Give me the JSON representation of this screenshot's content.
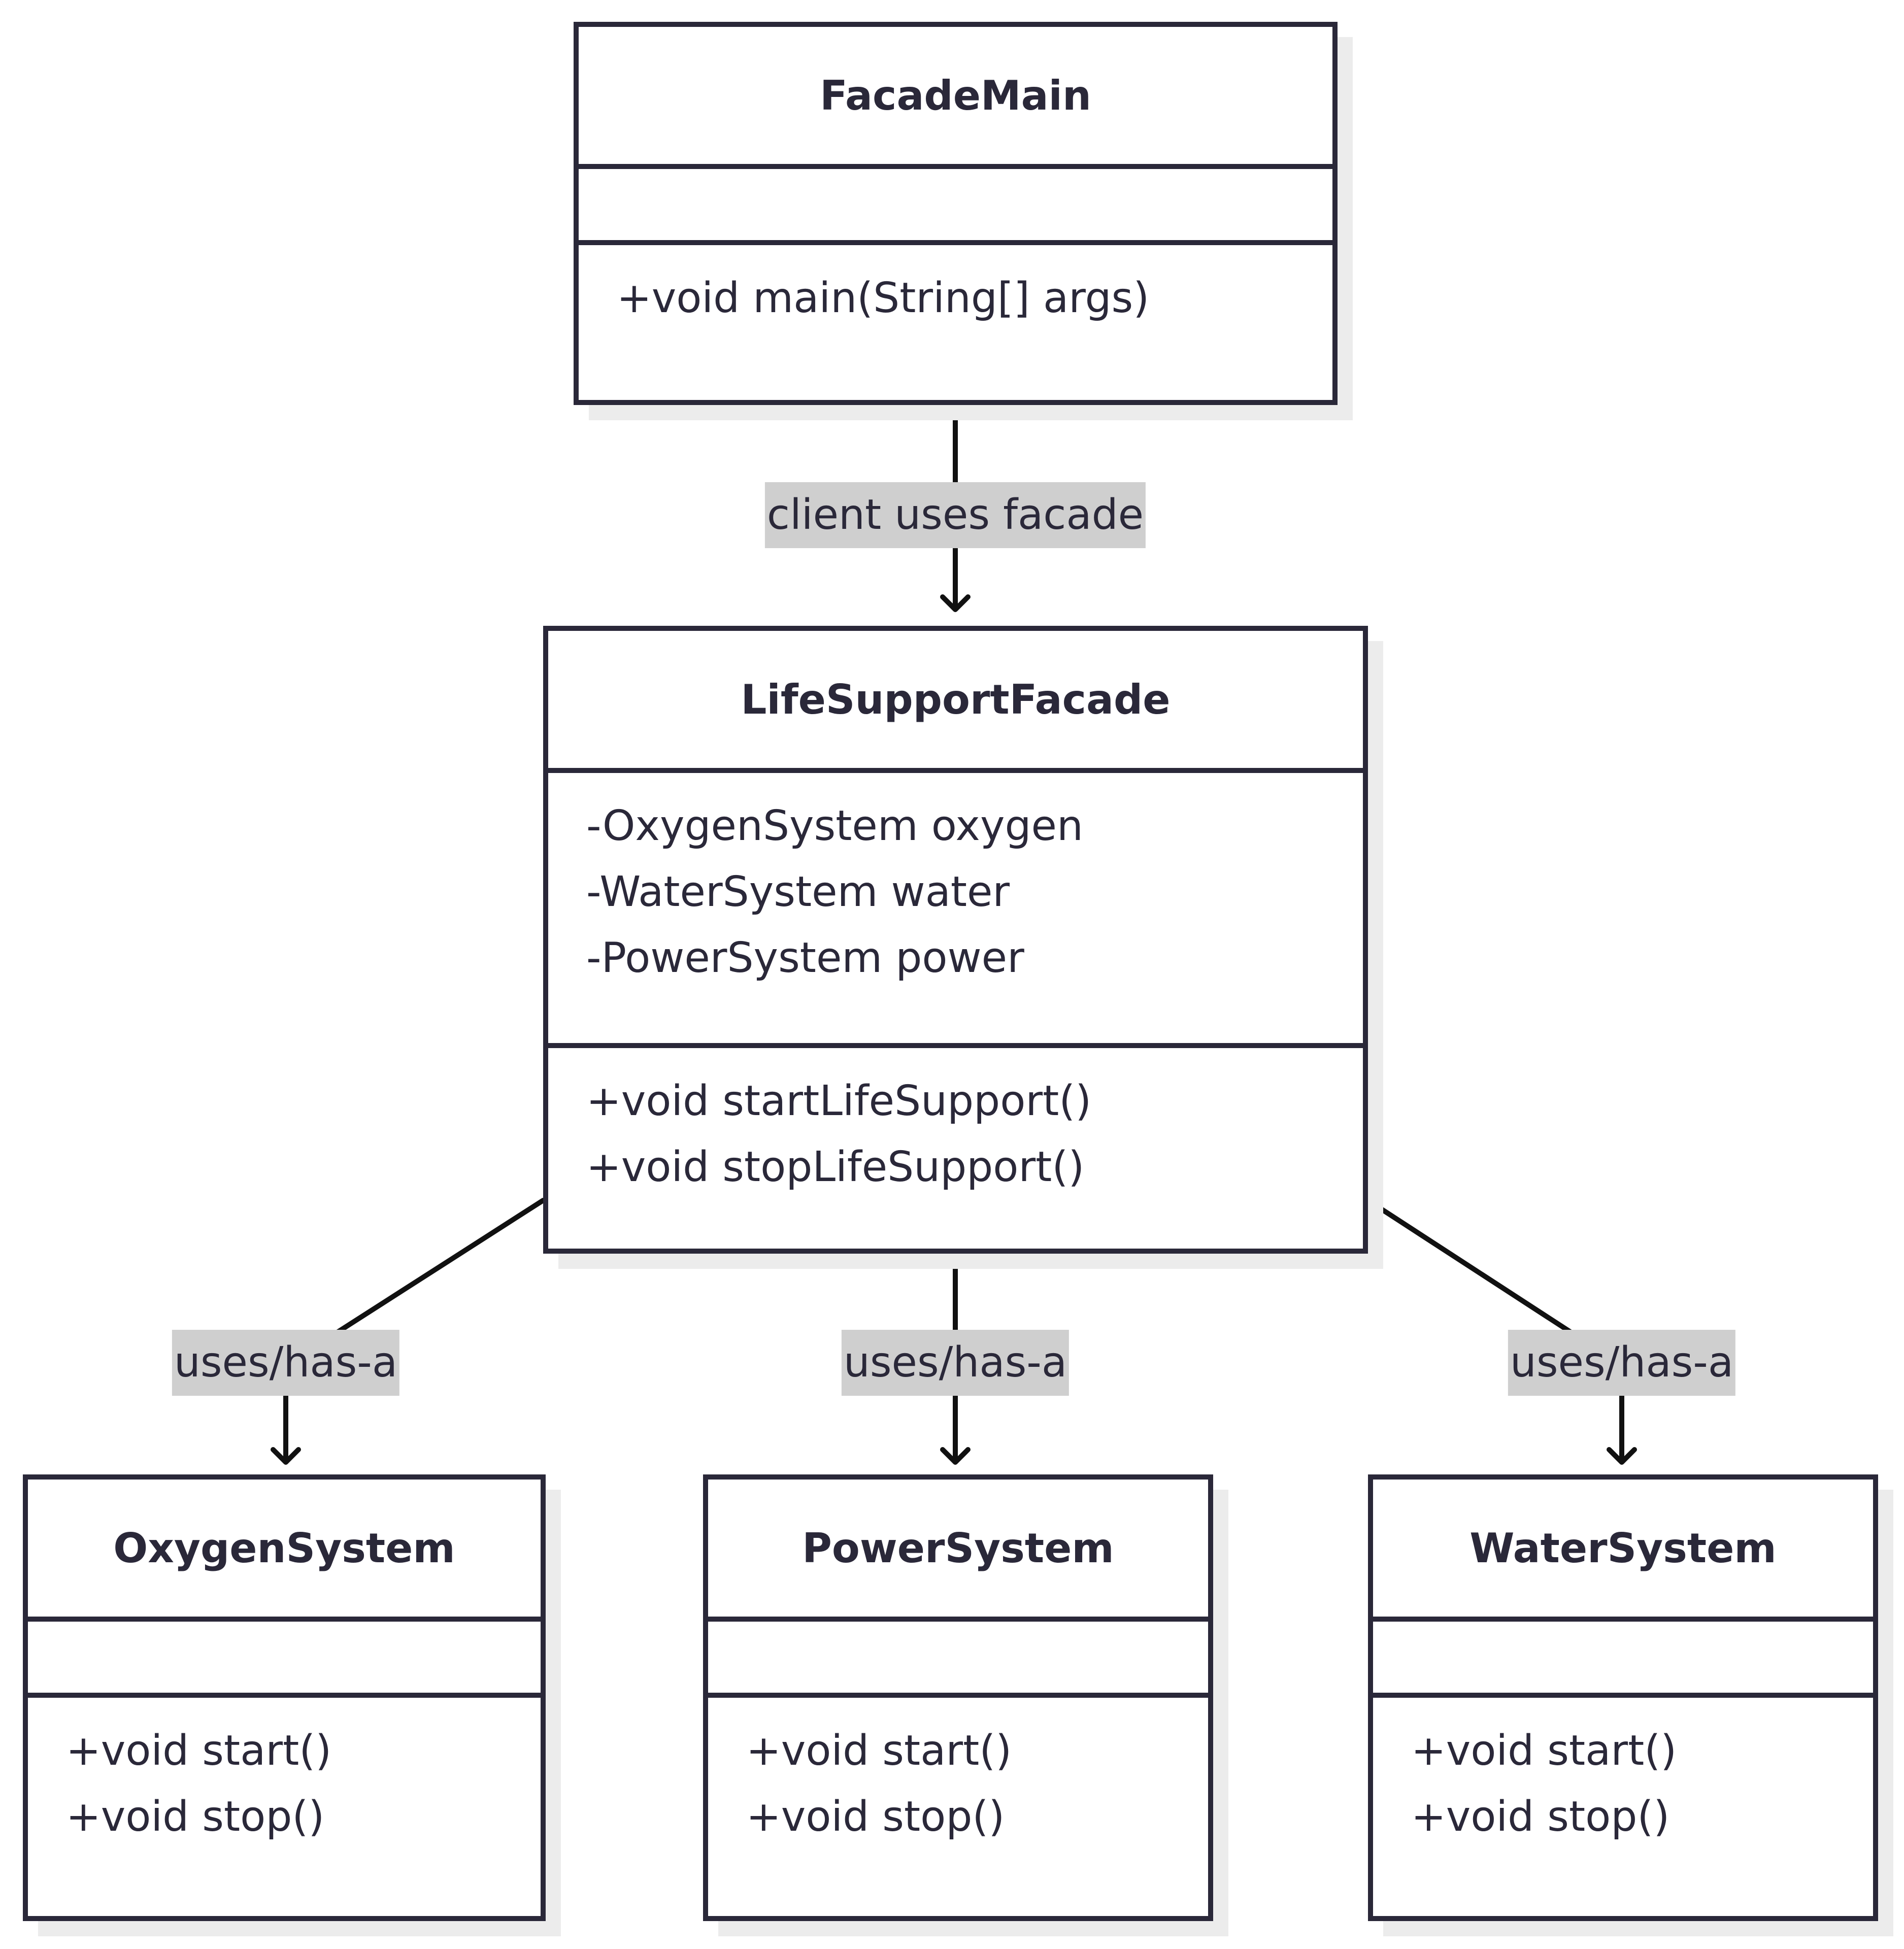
{
  "diagram": {
    "classes": {
      "facade_main": {
        "name": "FacadeMain",
        "attributes": [],
        "methods": [
          "+void main(String[] args)"
        ]
      },
      "life_support_facade": {
        "name": "LifeSupportFacade",
        "attributes": [
          "-OxygenSystem oxygen",
          "-WaterSystem water",
          "-PowerSystem power"
        ],
        "methods": [
          "+void startLifeSupport()",
          "+void stopLifeSupport()"
        ]
      },
      "oxygen_system": {
        "name": "OxygenSystem",
        "attributes": [],
        "methods": [
          "+void start()",
          "+void stop()"
        ]
      },
      "power_system": {
        "name": "PowerSystem",
        "attributes": [],
        "methods": [
          "+void start()",
          "+void stop()"
        ]
      },
      "water_system": {
        "name": "WaterSystem",
        "attributes": [],
        "methods": [
          "+void start()",
          "+void stop()"
        ]
      }
    },
    "relations": {
      "main_to_facade": {
        "from": "FacadeMain",
        "to": "LifeSupportFacade",
        "label": "client uses facade"
      },
      "facade_to_oxygen": {
        "from": "LifeSupportFacade",
        "to": "OxygenSystem",
        "label": "uses/has-a"
      },
      "facade_to_power": {
        "from": "LifeSupportFacade",
        "to": "PowerSystem",
        "label": "uses/has-a"
      },
      "facade_to_water": {
        "from": "LifeSupportFacade",
        "to": "WaterSystem",
        "label": "uses/has-a"
      }
    },
    "colors": {
      "stroke": "#2a2839",
      "label_background": "#cfcfcf",
      "shadow": "#ececec",
      "background": "#ffffff"
    }
  }
}
